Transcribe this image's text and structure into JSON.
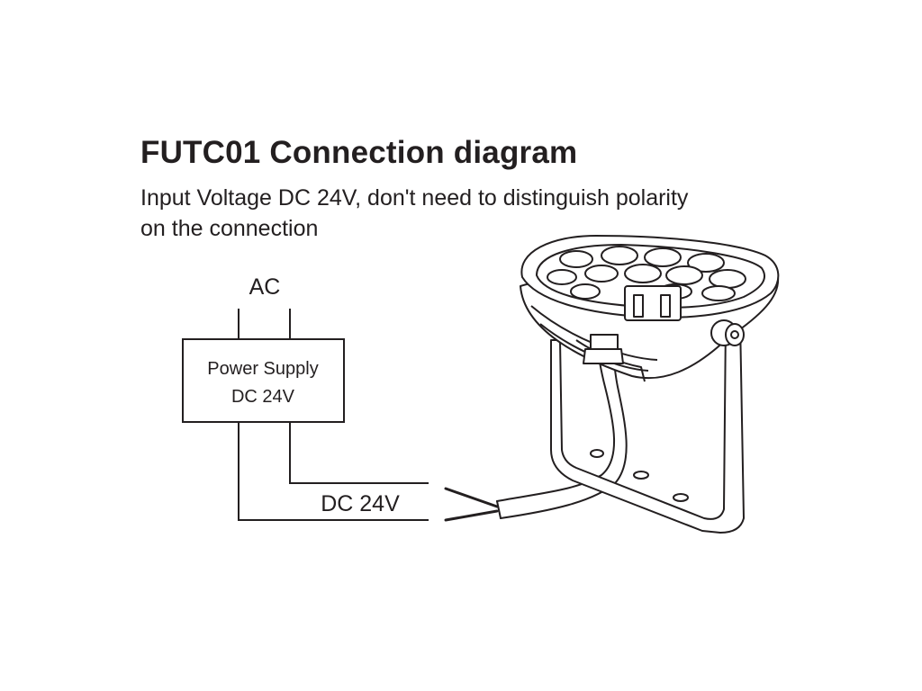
{
  "diagram": {
    "title": "FUTC01 Connection diagram",
    "subtitle_line1": "Input Voltage DC 24V, don't need to distinguish polarity",
    "subtitle_line2": "on the connection",
    "ac_label": "AC",
    "power_supply_line1": "Power Supply",
    "power_supply_line2": "DC 24V",
    "dc_label": "DC 24V"
  },
  "colors": {
    "ink": "#231f20",
    "background": "#ffffff"
  }
}
